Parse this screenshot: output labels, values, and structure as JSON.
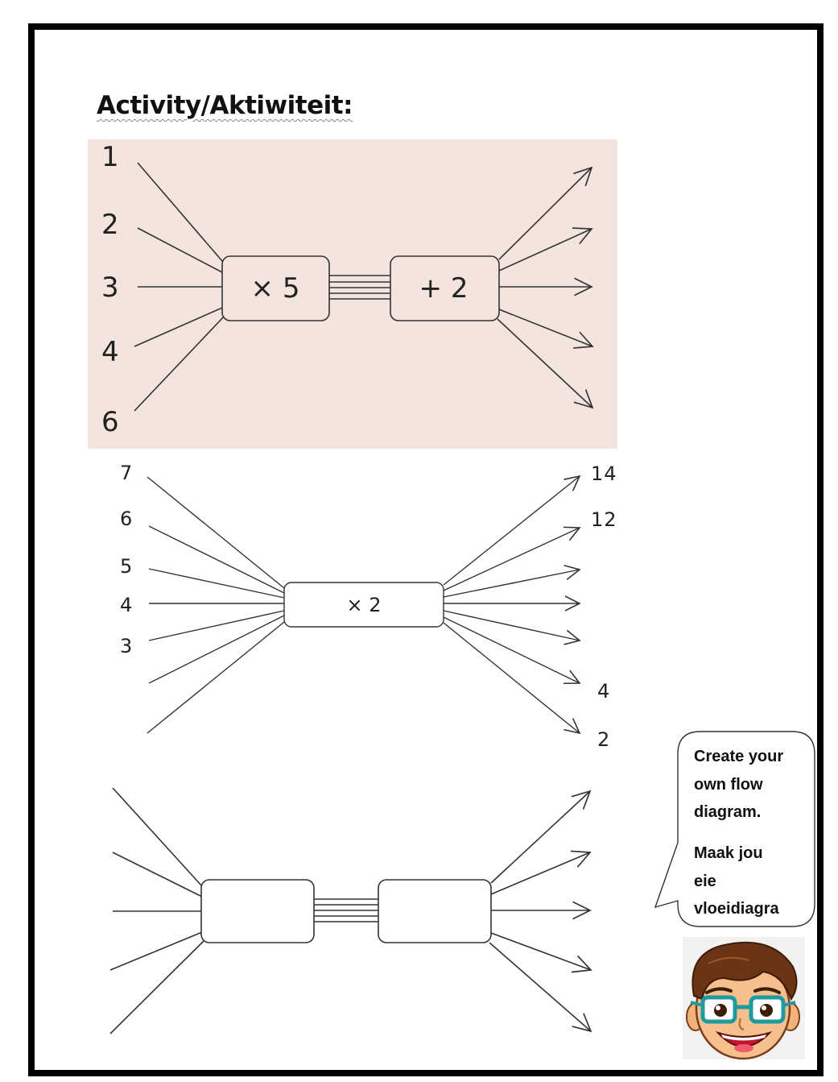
{
  "title": "Activity/Aktiwiteit:",
  "diagram1": {
    "inputs": [
      "1",
      "2",
      "3",
      "4",
      "6"
    ],
    "op1": "× 5",
    "op2": "+ 2"
  },
  "diagram2": {
    "inputs": [
      "7",
      "6",
      "5",
      "4",
      "3"
    ],
    "op": "× 2",
    "outputs": [
      "14",
      "12",
      "4",
      "2"
    ]
  },
  "bubble": {
    "line1": "Create your",
    "line2": "own flow",
    "line3": "diagram.",
    "line4": "Maak jou",
    "line5": "eie",
    "line6": "vloeidiagra"
  },
  "colors": {
    "panel_bg": "#f3e4de",
    "line": "#333333",
    "frame": "#000000"
  }
}
